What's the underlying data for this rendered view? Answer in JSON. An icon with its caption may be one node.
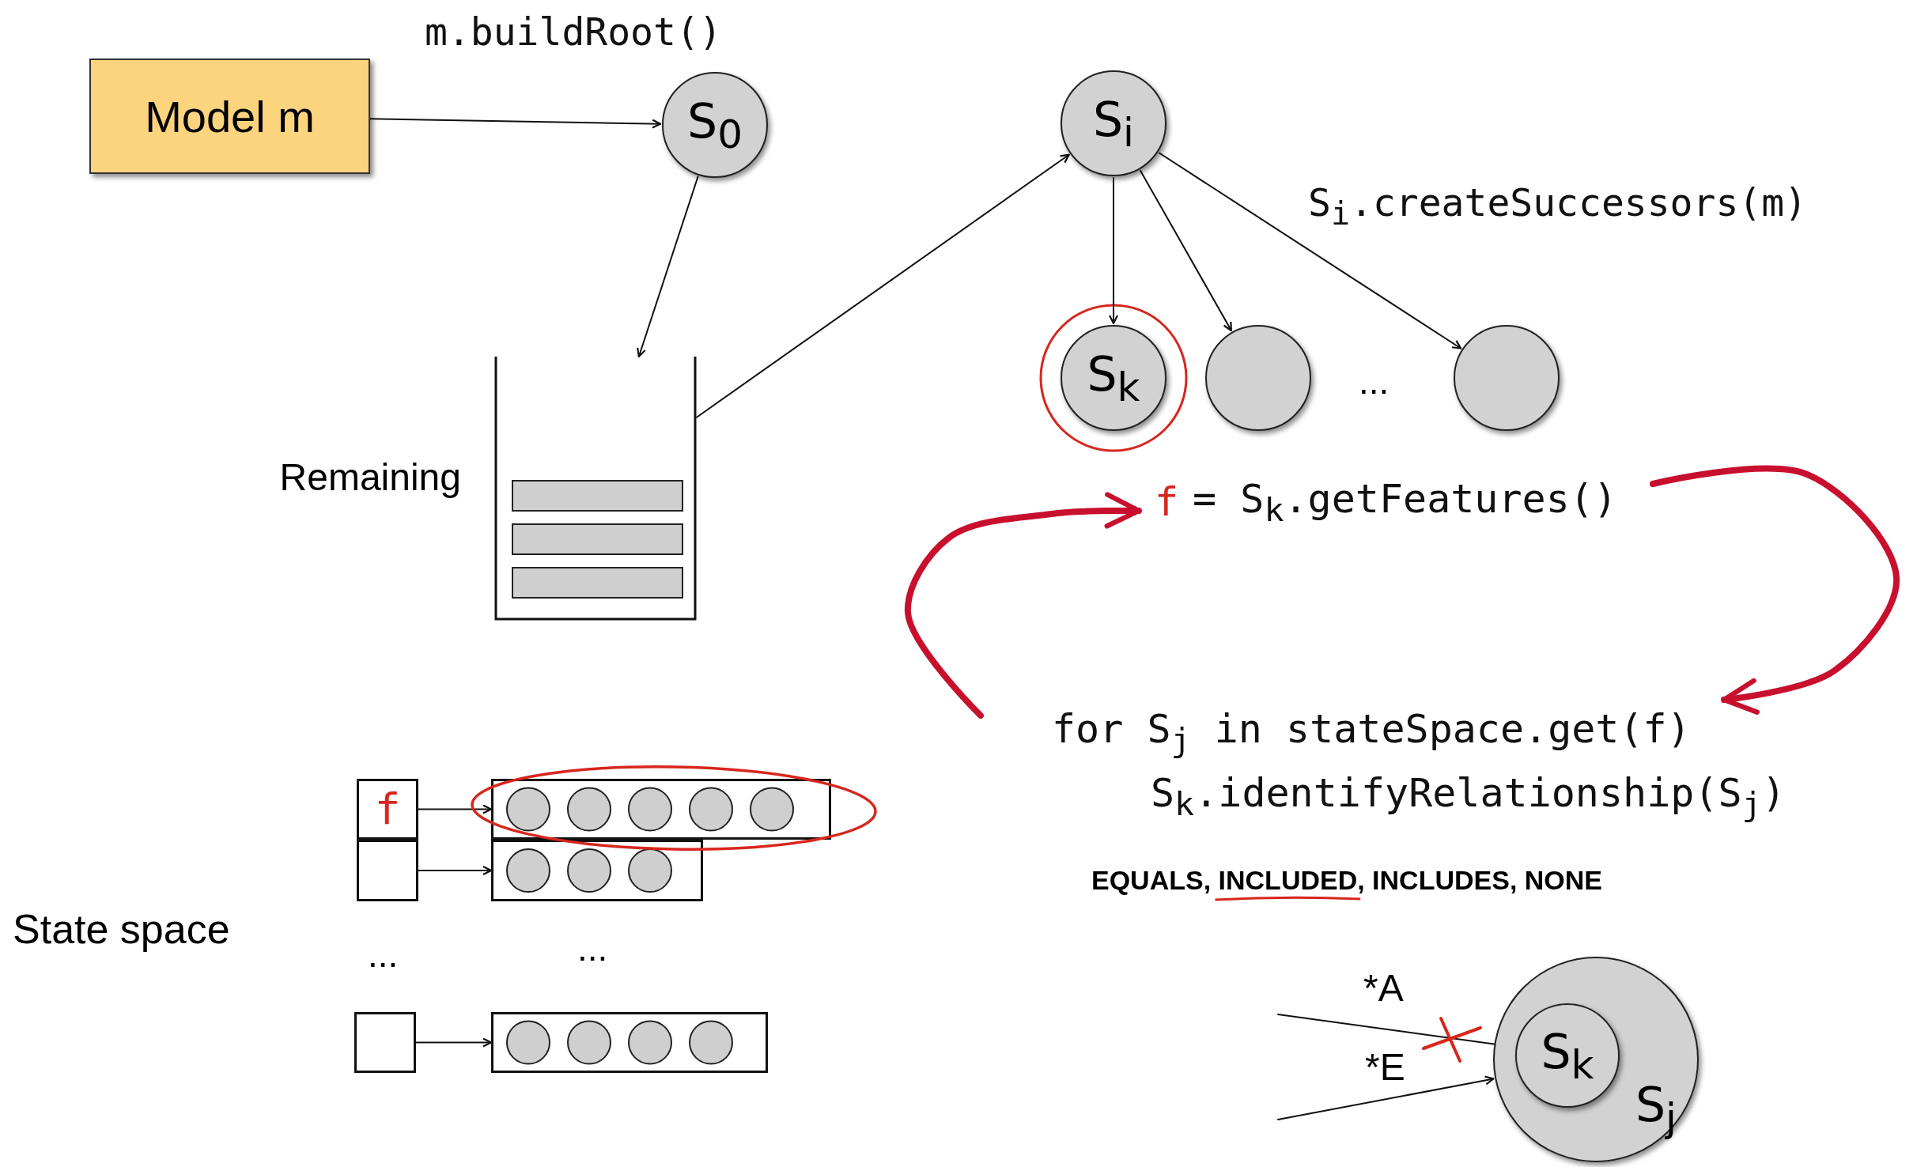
{
  "diagram": {
    "nodes": [
      {
        "text": [
          "Model m"
        ]
      },
      {
        "text": [
          "S$_{0}$"
        ]
      },
      {
        "text": [
          "S$_{i}$"
        ]
      },
      {
        "text": [],
        "shape": "box",
        "beside": [
          "Remaining"
        ]
      },
      {
        "text": [
          "S$_{k}$"
        ]
      },
      {
        "text": [],
        "shape": "circle"
      },
      {
        "text": [],
        "shape": "circle"
      },
      {
        "text": [
          "f",
          "= S$_{k}$.getFeatures()"
        ]
      },
      {
        "text": [
          "for S$_{j}$ in stateSpace.get(f)",
          "S$_{k}$.identifyRelationship(S$_{j}$)"
        ]
      },
      {
        "text": [
          "f"
        ]
      },
      {
        "text": [],
        "shape": "box"
      },
      {
        "text": [],
        "shape": "box"
      },
      {
        "text": [],
        "shape": "box"
      },
      {
        "text": [],
        "shape": "box"
      },
      {
        "text": [],
        "shape": "box"
      },
      {
        "text": [
          "S$_{j}$"
        ]
      },
      {
        "text": [
          "S$_{k}$"
        ],
        "in": 15
      }
    ],
    "edges": [
      {
        "from": 0,
        "to": 1,
        "arrow": "to",
        "label": "m.buildRoot()"
      },
      {
        "from": 1,
        "to": 3,
        "arrow": "to"
      },
      {
        "from": 3,
        "to": 2,
        "arrow": "to"
      },
      {
        "from": 2,
        "to": 4,
        "arrow": "to"
      },
      {
        "from": 2,
        "to": 5,
        "arrow": "to"
      },
      {
        "from": 2,
        "to": 6,
        "arrow": "to"
      },
      {
        "from": 7,
        "to": 8,
        "arrow": "to",
        "style": "thick",
        "color": "#c8102e"
      },
      {
        "from": 8,
        "to": 7,
        "arrow": "to",
        "style": "thick",
        "color": "#c8102e"
      },
      {
        "from": 9,
        "to": 10,
        "arrow": "to"
      },
      {
        "from": 11,
        "to": 12,
        "arrow": "to"
      },
      {
        "from": 13,
        "to": 14,
        "arrow": "to"
      },
      {
        "from": null,
        "to": 16,
        "arrow": "to",
        "label": "*A"
      },
      {
        "from": null,
        "to": 15,
        "arrow": "to",
        "label": "*E"
      }
    ],
    "labels": [
      "S$_{i}$.createSuccessors(m)",
      "...",
      "EQUALS, INCLUDED, INCLUDES, NONE",
      "State space",
      "...",
      "..."
    ]
  }
}
